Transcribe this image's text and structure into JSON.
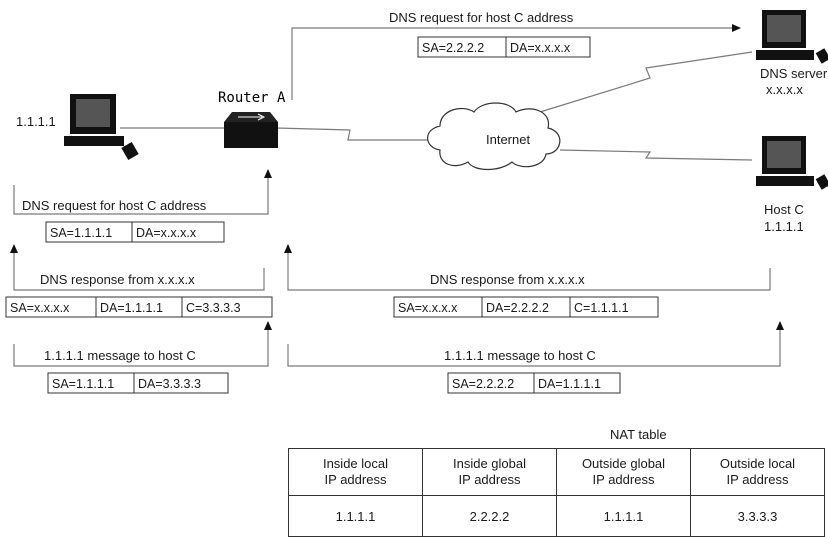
{
  "hosts": {
    "left_ip": "1.1.1.1",
    "router_label": "Router A",
    "internet_label": "Internet",
    "dns_server_label": "DNS server",
    "dns_server_ip": "x.x.x.x",
    "host_c_label": "Host C",
    "host_c_ip": "1.1.1.1"
  },
  "flows": {
    "top_request": {
      "label": "DNS request for host C address",
      "sa": "SA=2.2.2.2",
      "da": "DA=x.x.x.x"
    },
    "left_request": {
      "label": "DNS request for host C address",
      "sa": "SA=1.1.1.1",
      "da": "DA=x.x.x.x"
    },
    "left_response": {
      "label": "DNS response from x.x.x.x",
      "sa": "SA=x.x.x.x",
      "da": "DA=1.1.1.1",
      "c": "C=3.3.3.3"
    },
    "right_response": {
      "label": "DNS response from x.x.x.x",
      "sa": "SA=x.x.x.x",
      "da": "DA=2.2.2.2",
      "c": "C=1.1.1.1"
    },
    "left_message": {
      "label": "1.1.1.1 message to host C",
      "sa": "SA=1.1.1.1",
      "da": "DA=3.3.3.3"
    },
    "right_message": {
      "label": "1.1.1.1 message to host C",
      "sa": "SA=2.2.2.2",
      "da": "DA=1.1.1.1"
    }
  },
  "nat_table": {
    "title": "NAT table",
    "headers": [
      [
        "Inside local",
        "IP address"
      ],
      [
        "Inside global",
        "IP address"
      ],
      [
        "Outside global",
        "IP address"
      ],
      [
        "Outside local",
        "IP address"
      ]
    ],
    "row": [
      "1.1.1.1",
      "2.2.2.2",
      "1.1.1.1",
      "3.3.3.3"
    ]
  }
}
